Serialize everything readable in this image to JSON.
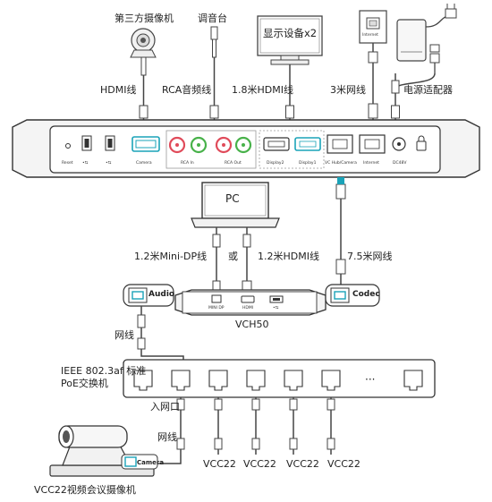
{
  "labels": {
    "camera_3rd": "第三方摄像机",
    "mixer": "调音台",
    "display_x2": "显示设备x2",
    "internet_jack": "Internet",
    "hdmi_cable": "HDMI线",
    "rca_cable": "RCA音频线",
    "hdmi_1_8": "1.8米HDMI线",
    "net_3m": "3米网线",
    "power_adapter": "电源适配器",
    "pc": "PC",
    "minidp_1_2": "1.2米Mini-DP线",
    "or": "或",
    "hdmi_1_2": "1.2米HDMI线",
    "net_7_5": "7.5米网线",
    "audio": "Audio",
    "codec": "Codec",
    "vch50": "VCH50",
    "net_cable": "网线",
    "switch_line1": "IEEE 802.3af 标准",
    "switch_line2": "PoE交换机",
    "ellipsis": "···",
    "uplink": "入网口",
    "net_cable2": "网线",
    "camera_tag": "Camera",
    "vcc22": "VCC22",
    "vcc22_camera": "VCC22视频会议摄像机"
  },
  "codec_ports": {
    "reset": "Reset",
    "usb1": "•⇆",
    "usb2": "•⇆",
    "camera": "Camera",
    "rca_in": "RCA In",
    "rca_out": "RCA Out",
    "display2": "Display2",
    "display1": "Display1",
    "vc_hub": "VC Hub/Camera",
    "internet": "Internet",
    "dc48v": "DC48V"
  },
  "hub_ports": {
    "minidp": "MINI DP",
    "hdmi": "HDMI",
    "usb": "•⇆"
  }
}
